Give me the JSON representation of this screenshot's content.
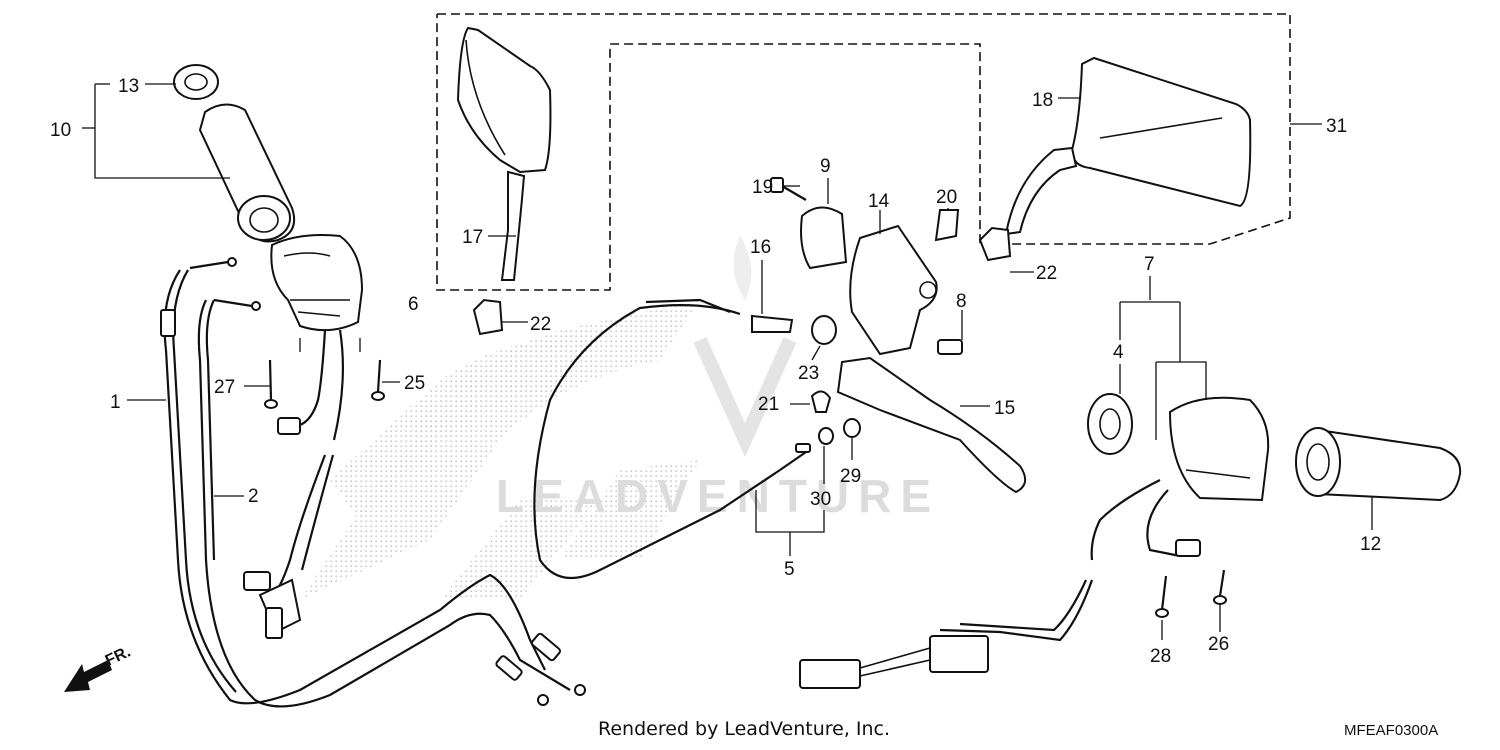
{
  "diagram": {
    "callouts": {
      "c1": "1",
      "c2": "2",
      "c4": "4",
      "c5": "5",
      "c6": "6",
      "c7": "7",
      "c8": "8",
      "c9": "9",
      "c10": "10",
      "c12": "12",
      "c13": "13",
      "c14": "14",
      "c15": "15",
      "c16": "16",
      "c17": "17",
      "c18": "18",
      "c19": "19",
      "c20": "20",
      "c21": "21",
      "c22a": "22",
      "c22b": "22",
      "c23": "23",
      "c25": "25",
      "c26": "26",
      "c27": "27",
      "c28": "28",
      "c29": "29",
      "c30": "30",
      "c31": "31"
    },
    "direction_label": "FR.",
    "watermark": "LEADVENTURE"
  },
  "footer": {
    "credit": "Rendered by LeadVenture, Inc.",
    "code": "MFEAF0300A"
  },
  "colors": {
    "line": "#111111",
    "background": "#ffffff",
    "watermark": "#d9d9d9"
  }
}
